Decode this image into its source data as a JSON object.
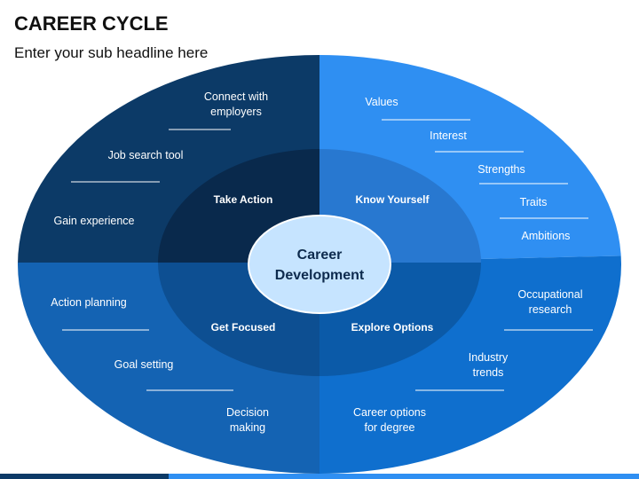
{
  "header": {
    "title": "CAREER CYCLE",
    "subtitle": "Enter your sub headline here"
  },
  "colors": {
    "quad_top_left": "#0c3a67",
    "quad_top_right": "#2f8ff2",
    "quad_bottom_left": "#1463b3",
    "quad_bottom_right": "#0f6fce",
    "center_fill": "#c6e4ff",
    "bar_dark": "#0c3a67",
    "bar_light": "#2f8ff2"
  },
  "center": {
    "line1": "Career",
    "line2": "Development"
  },
  "quadrants": {
    "top_left": {
      "name": "Take Action",
      "items": [
        {
          "line1": "Connect with",
          "line2": "employers"
        },
        {
          "line1": "Job search tool",
          "line2": ""
        },
        {
          "line1": "Gain experience",
          "line2": ""
        }
      ]
    },
    "top_right": {
      "name": "Know Yourself",
      "items": [
        {
          "line1": "Values",
          "line2": ""
        },
        {
          "line1": "Interest",
          "line2": ""
        },
        {
          "line1": "Strengths",
          "line2": ""
        },
        {
          "line1": "Traits",
          "line2": ""
        },
        {
          "line1": "Ambitions",
          "line2": ""
        }
      ]
    },
    "bottom_left": {
      "name": "Get Focused",
      "items": [
        {
          "line1": "Action planning",
          "line2": ""
        },
        {
          "line1": "Goal setting",
          "line2": ""
        },
        {
          "line1": "Decision",
          "line2": "making"
        }
      ]
    },
    "bottom_right": {
      "name": "Explore Options",
      "items": [
        {
          "line1": "Occupational",
          "line2": "research"
        },
        {
          "line1": "Industry",
          "line2": "trends"
        },
        {
          "line1": "Career options",
          "line2": "for degree"
        }
      ]
    }
  }
}
